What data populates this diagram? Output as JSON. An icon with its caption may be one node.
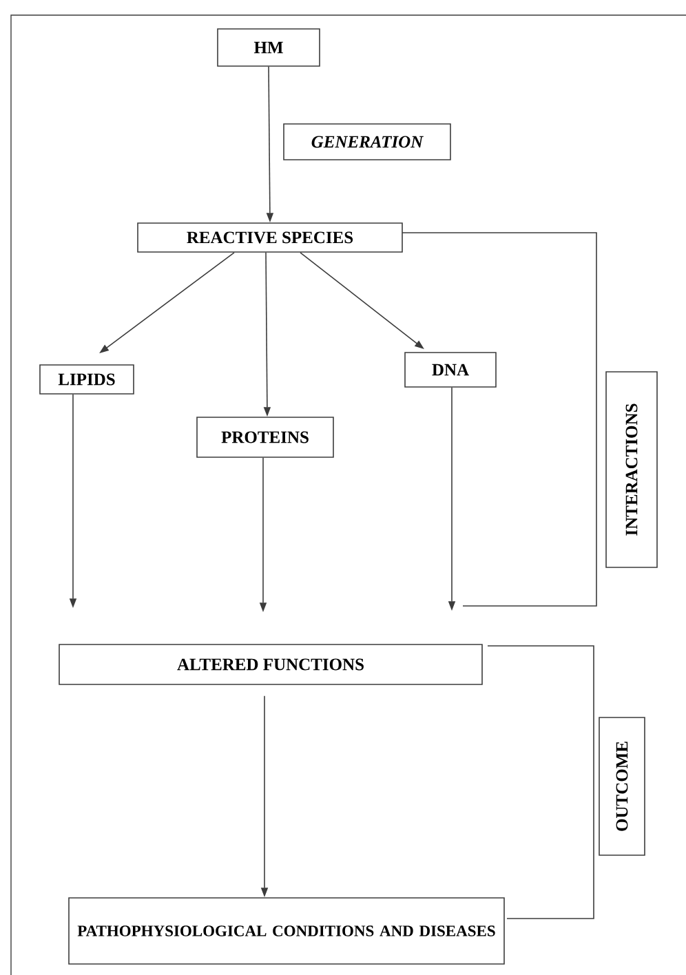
{
  "diagram": {
    "nodes": [
      {
        "text": [
          "HM"
        ]
      },
      {
        "text": [
          "GENERATION"
        ]
      },
      {
        "text": [
          "REACTIVE SPECIES"
        ]
      },
      {
        "text": [
          "LIPIDS"
        ]
      },
      {
        "text": [
          "PROTEINS"
        ]
      },
      {
        "text": [
          "DNA"
        ]
      },
      {
        "text": [
          "INTERACTIONS"
        ]
      },
      {
        "text": [
          "ALTERED FUNCTIONS"
        ]
      },
      {
        "text": [
          "PATHOPHYSIOLOGICAL CONDITIONS AND DISEASES"
        ]
      },
      {
        "text": [
          "OUTCOME"
        ]
      }
    ],
    "edges": [
      {
        "from": 0,
        "to": 2,
        "arrow": "to"
      },
      {
        "from": 2,
        "to": 3,
        "arrow": "to"
      },
      {
        "from": 2,
        "to": 4,
        "arrow": "to"
      },
      {
        "from": 2,
        "to": 5,
        "arrow": "to"
      },
      {
        "from": 3,
        "to": 7,
        "arrow": "to"
      },
      {
        "from": 4,
        "to": 7,
        "arrow": "to"
      },
      {
        "from": 5,
        "to": 7,
        "arrow": "to"
      },
      {
        "from": 7,
        "to": 8,
        "arrow": "to"
      }
    ]
  }
}
